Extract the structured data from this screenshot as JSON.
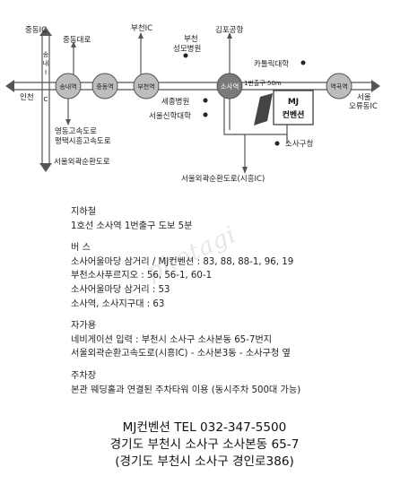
{
  "map": {
    "labels": {
      "jungdong_ic": "중동IC",
      "jungdong_daero": "중동대로",
      "songnae_ic": "송내IC",
      "incheon": "인천",
      "songnae_station": "송내역",
      "jungdong_station": "중동역",
      "bucheon_station": "부천역",
      "bucheon_ic": "부천IC",
      "bucheon_hospital": "부천\n성모병원",
      "gimpo_airport": "김포공항",
      "catholic_univ": "카톨릭대학",
      "sosa_station": "소사역",
      "exit_label": "1번출구 50m",
      "yeokgok_station": "역곡역",
      "seoul_ic": "서울\n오류동IC",
      "sejong_hospital": "세종병원",
      "seoul_theology": "서울신학대학",
      "venue_name": "MJ\n컨벤션",
      "sosagu_office": "소사구청",
      "expressway_1": "영동고속도로",
      "expressway_2": "평택시흥고속도로",
      "outer_ring_west": "서울외곽순환도로",
      "outer_ring_south": "서울외곽순환도로(시흥IC)"
    }
  },
  "info": {
    "subway": {
      "title": "지하철",
      "line": "1호선 소사역 1번출구 도보 5분"
    },
    "bus": {
      "title": "버  스",
      "lines": [
        "소사어울마당 삼거리 / MJ컨벤션 : 83, 88, 88-1, 96, 19",
        "부천소사푸르지오 : 56, 56-1, 60-1",
        "소사어울마당 삼거리 : 53",
        "소사역, 소사지구대 : 63"
      ]
    },
    "car": {
      "title": "자가용",
      "lines": [
        "네비게이션 입력 : 부천시 소사구 소사본동 65-7번지",
        "서울외곽순환고속도로(시흥IC) - 소사본3동 - 소사구청 옆"
      ]
    },
    "parking": {
      "title": "주차장",
      "line": "본관 웨딩홀과 연결된 주차타워 이용 (동시주차 500대 가능)"
    }
  },
  "footer": {
    "line1": "MJ컨벤션 TEL 032-347-5500",
    "line2": "경기도 부천시 소사구 소사본동 65-7",
    "line3": "(경기도 부천시 소사구 경인로386)"
  },
  "watermark": "photagi",
  "colors": {
    "road": "#555555",
    "station_fill": "#bdbdbd",
    "sosa_fill": "#7a7a7a",
    "venue_fill": "#444444"
  }
}
